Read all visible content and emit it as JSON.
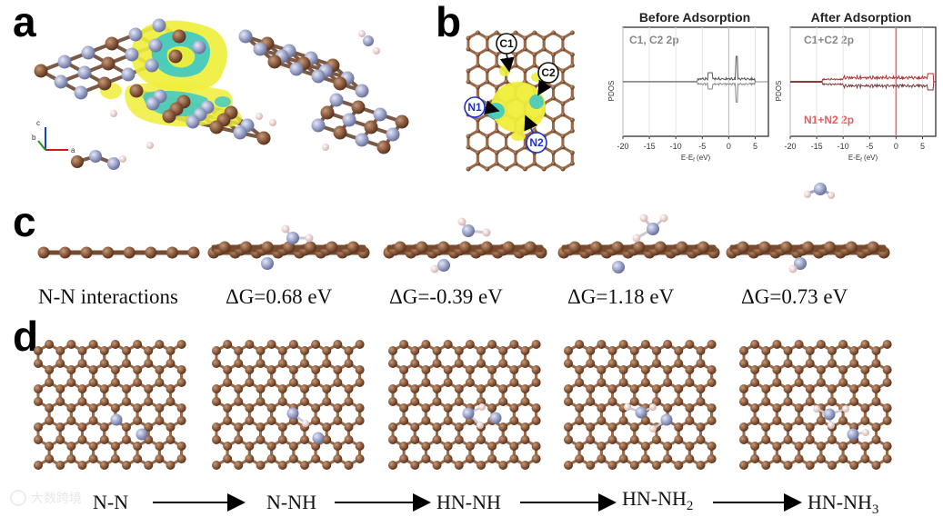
{
  "panels": {
    "a": "a",
    "b": "b",
    "c": "c",
    "d": "d"
  },
  "atom_labels": {
    "c1": "C1",
    "c2": "C2",
    "n1": "N1",
    "n2": "N2"
  },
  "axis_triad": {
    "c": "c",
    "b": "b",
    "a": "a"
  },
  "colors": {
    "carbon": "#8a5a3c",
    "nitrogen": "#9aa2c8",
    "hydrogen": "#e8c8c4",
    "density_yellow": "#eeee3a",
    "density_cyan": "#3cc8c8",
    "tag_black": "#111111",
    "tag_blue": "#1a2fd6",
    "pdos_before": "#555555",
    "pdos_after": "#b03030"
  },
  "pdos_charts": [
    {
      "type": "line",
      "title": "Before Adsorption",
      "legend_top": "C1, C2 2p",
      "legend_bottom": "",
      "ylabel": "PDOS",
      "xlabel": "E-E",
      "xlabel_sub": "f",
      "xlabel_unit": " (eV)",
      "xticks": [
        "-20",
        "-15",
        "-10",
        "-5",
        "0",
        "5"
      ],
      "xlim": [
        -20,
        7.5
      ],
      "vline": 0
    },
    {
      "type": "line",
      "title": "After Adsorption",
      "legend_top": "C1+C2 2p",
      "legend_bottom": "N1+N2 2p",
      "ylabel": "PDOS",
      "xlabel": "E-E",
      "xlabel_sub": "f",
      "xlabel_unit": " (eV)",
      "xticks": [
        "-20",
        "-15",
        "-10",
        "-5",
        "0",
        "5"
      ],
      "xlim": [
        -20,
        7.5
      ],
      "vline": 0
    }
  ],
  "energies": {
    "e0": "N-N interactions",
    "e1": "ΔG=0.68 eV",
    "e2": "ΔG=-0.39 eV",
    "e3": "ΔG=1.18 eV",
    "e4": "ΔG=0.73 eV"
  },
  "steps": {
    "s0": "N-N",
    "s1": "N-NH",
    "s2": "HN-NH",
    "s3_main": "HN-NH",
    "s3_sub": "2",
    "s4_main": "HN-NH",
    "s4_sub": "3"
  },
  "watermark": "大数跨境"
}
